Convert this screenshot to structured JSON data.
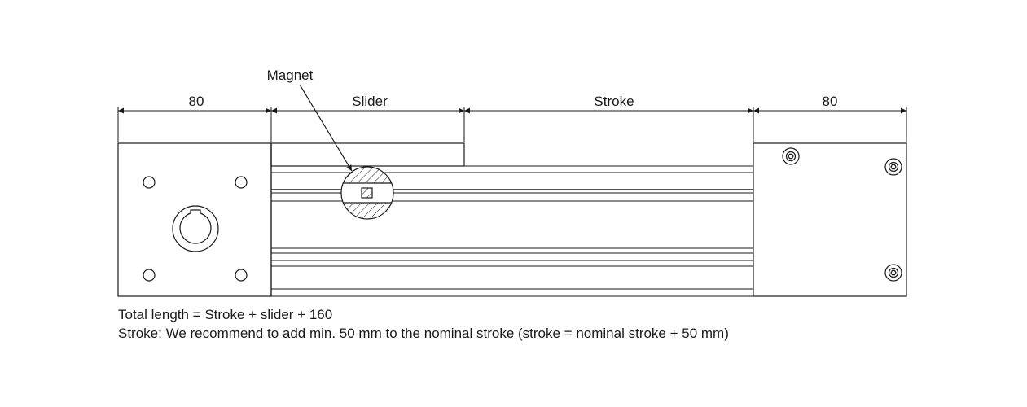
{
  "dimensions": {
    "left_end": "80",
    "slider": "Slider",
    "stroke": "Stroke",
    "right_end": "80"
  },
  "callouts": {
    "magnet": "Magnet"
  },
  "notes": {
    "line1": "Total length = Stroke + slider + 160",
    "line2": "Stroke: We recommend to add min. 50 mm to the nominal stroke (stroke = nominal stroke + 50 mm)"
  },
  "colors": {
    "line": "#1a1a1a",
    "hatch": "#1a1a1a",
    "background": "#ffffff"
  }
}
